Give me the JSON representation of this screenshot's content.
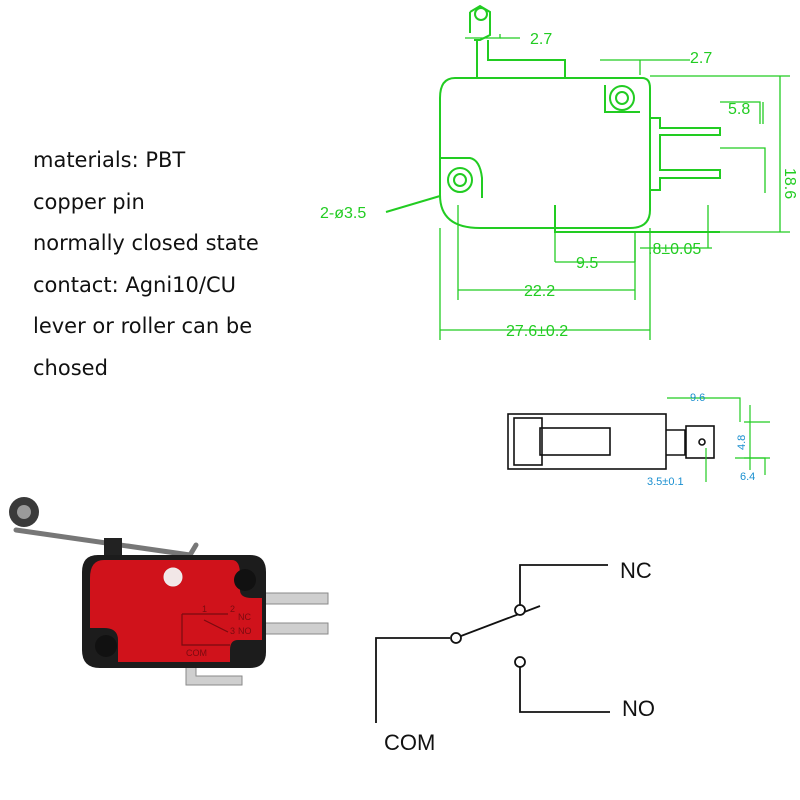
{
  "specs": [
    "materials: PBT",
    " copper pin",
    "normally closed state",
    "contact: Agni10/CU",
    "lever or roller can be",
    "chosed"
  ],
  "top_dims": {
    "d1": "2.7",
    "d2": "2.7",
    "d3": "5.8",
    "d4": "18.6",
    "d5": "2-ø3.5",
    "d6": "9.5",
    "d7": ".8±0.05",
    "d8": "22.2",
    "d9": "27.6±0.2"
  },
  "side_dims": {
    "d1": "9.6",
    "d2": "4.8",
    "d3": "3.5±0.1",
    "d4": "6.4"
  },
  "product_labels": {
    "l1": "1",
    "l2": "2",
    "l3": "NC",
    "l4": "3",
    "l5": "NO",
    "l6": "COM"
  },
  "schematic": {
    "nc": "NC",
    "no": "NO",
    "com": "COM"
  },
  "colors": {
    "dimension_green": "#22cc22",
    "switch_red": "#d0121b",
    "outline": "#111111"
  }
}
